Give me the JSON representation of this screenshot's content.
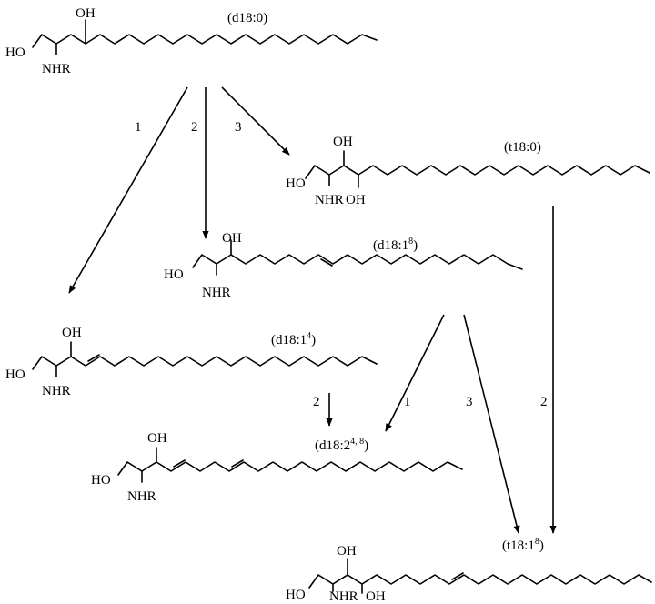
{
  "labels": {
    "hydroxyl": "OH",
    "primary_hydroxyl": "HO",
    "amide": "NHR"
  },
  "compounds": [
    {
      "id": "d18-0",
      "name": "(d18:0",
      "sup": "",
      "close": ")"
    },
    {
      "id": "t18-0",
      "name": "(t18:0",
      "sup": "",
      "close": ")"
    },
    {
      "id": "d18-1-8",
      "name": "(d18:1",
      "sup": "8",
      "close": ")"
    },
    {
      "id": "d18-1-4",
      "name": "(d18:1",
      "sup": "4",
      "close": ")"
    },
    {
      "id": "d18-2",
      "name": "(d18:2",
      "sup": "4, 8",
      "close": ")"
    },
    {
      "id": "t18-1-8",
      "name": "(t18:1",
      "sup": "8",
      "close": ")"
    }
  ],
  "steps": [
    "1",
    "2",
    "3",
    "2",
    "1",
    "3",
    "2"
  ]
}
